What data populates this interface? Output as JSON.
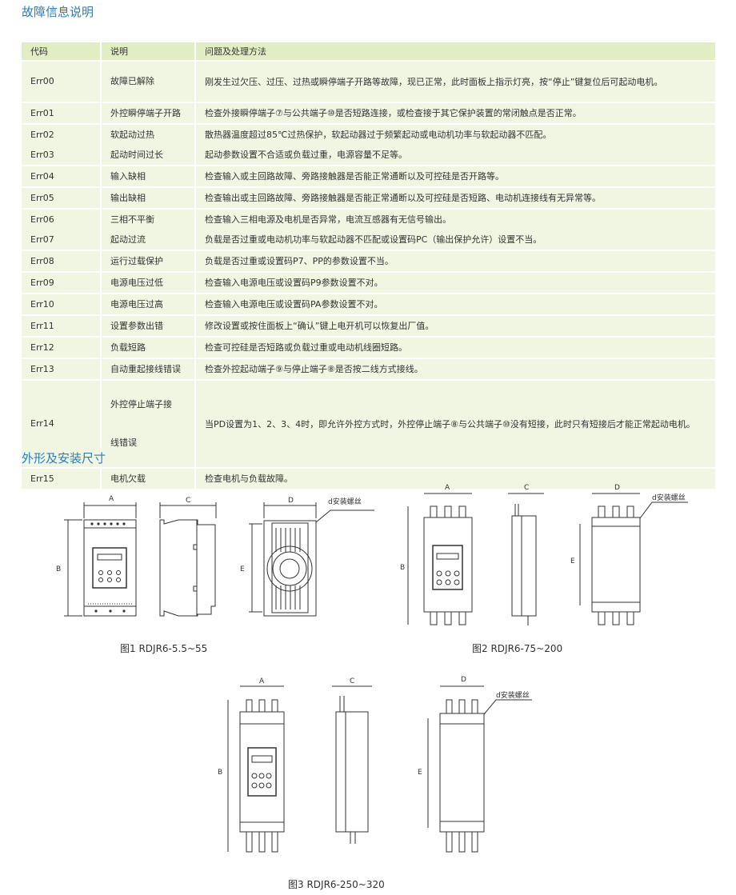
{
  "fault_section": {
    "title": "故障信息说明",
    "headers": [
      "代码",
      "说明",
      "问题及处理方法"
    ],
    "rows": [
      {
        "code": "Err00",
        "desc": "故障已解除",
        "solution": "刚发生过欠压、过压、过热或瞬停端子开路等故障，现已正常，此时面板上指示灯亮，按“停止”键复位后可起动电机。"
      },
      {
        "code": "Err01",
        "desc": "外控瞬停端子开路",
        "solution": "检查外接瞬停端子⑦与公共端子⑩是否短路连接，或检查接于其它保护装置的常闭触点是否正常。"
      },
      {
        "code": "Err02",
        "desc": "软起动过热",
        "solution": "散热器温度超过85℃过热保护，软起动器过于频繁起动或电动机功率与软起动器不匹配。"
      },
      {
        "code": "Err03",
        "desc": "起动时间过长",
        "solution": "起动参数设置不合适或负载过重，电源容量不足等。"
      },
      {
        "code": "Err04",
        "desc": "输入缺相",
        "solution": "检查输入或主回路故障、旁路接触器是否能正常通断以及可控硅是否开路等。"
      },
      {
        "code": "Err05",
        "desc": "输出缺相",
        "solution": "检查输出或主回路故障、旁路接触器是否能正常通断以及可控硅是否短路、电动机连接线有无异常等。"
      },
      {
        "code": "Err06",
        "desc": "三相不平衡",
        "solution": "检查输入三相电源及电机是否异常，电流互感器有无信号输出。"
      },
      {
        "code": "Err07",
        "desc": "起动过流",
        "solution": "负载是否过重或电动机功率与软起动器不匹配或设置码PC（输出保护允许）设置不当。"
      },
      {
        "code": "Err08",
        "desc": "运行过载保护",
        "solution": "负载是否过重或设置码P7、PP的参数设置不当。"
      },
      {
        "code": "Err09",
        "desc": "电源电压过低",
        "solution": "检查输入电源电压或设置码P9参数设置不对。"
      },
      {
        "code": "Err10",
        "desc": "电源电压过高",
        "solution": "检查输入电源电压或设置码PA参数设置不对。"
      },
      {
        "code": "Err11",
        "desc": "设置参数出错",
        "solution": "修改设置或按住面板上“确认”键上电开机可以恢复出厂值。"
      },
      {
        "code": "Err12",
        "desc": "负载短路",
        "solution": "检查可控硅是否短路或负载过重或电动机线圈短路。"
      },
      {
        "code": "Err13",
        "desc": "自动重起接线错误",
        "solution": "检查外控起动端子⑨与停止端子⑧是否按二线方式接线。"
      },
      {
        "code": "Err14",
        "desc": "外控停止端子接线错误",
        "solution": "当PD设置为1、2、3、4时，即允许外控方式时，外控停止端子⑧与公共端子⑩没有短接，此时只有短接后才能正常起动电机。"
      },
      {
        "code": "Err15",
        "desc": "电机欠载",
        "solution": "检查电机与负载故障。"
      }
    ]
  },
  "dimension_section": {
    "title": "外形及安装尺寸",
    "labels": {
      "a": "A",
      "b": "B",
      "c": "C",
      "d": "D",
      "e": "E",
      "screw": "d安装螺丝"
    },
    "figures": [
      {
        "caption": "图1 RDJR6-5.5~55"
      },
      {
        "caption": "图2 RDJR6-75~200"
      },
      {
        "caption": "图3 RDJR6-250~320"
      }
    ]
  },
  "colors": {
    "title": "#2b7db8",
    "header_bg": "#e1edc3",
    "row_bg": "#f0f6e2"
  }
}
